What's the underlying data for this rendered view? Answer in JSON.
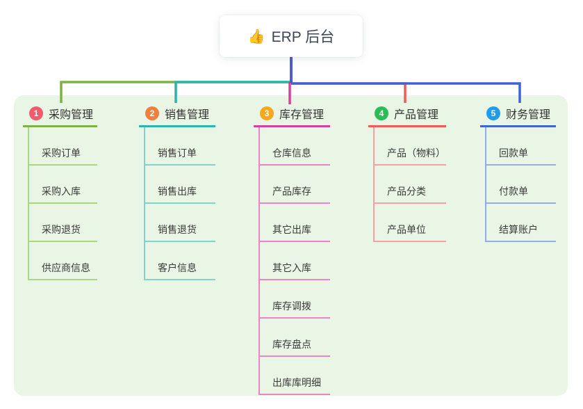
{
  "root": {
    "icon": "👍",
    "label": "ERP 后台"
  },
  "connector_color": "#4a5ed0",
  "panel_color": "#eaf6e5",
  "branches": [
    {
      "number": "1",
      "label": "采购管理",
      "color": "#7cb344",
      "light_color": "#a9d67f",
      "badge_color": "#f15b6c",
      "children": [
        "采购订单",
        "采购入库",
        "采购退货",
        "供应商信息"
      ]
    },
    {
      "number": "2",
      "label": "销售管理",
      "color": "#27b5ac",
      "light_color": "#7fd5cd",
      "badge_color": "#ef8040",
      "children": [
        "销售订单",
        "销售出库",
        "销售退货",
        "客户信息"
      ]
    },
    {
      "number": "3",
      "label": "库存管理",
      "color": "#d6419f",
      "light_color": "#ec83c6",
      "badge_color": "#f6a81f",
      "children": [
        "仓库信息",
        "产品库存",
        "其它出库",
        "其它入库",
        "库存调拨",
        "库存盘点",
        "出库库明细"
      ]
    },
    {
      "number": "4",
      "label": "产品管理",
      "color": "#f25a5a",
      "light_color": "#f8a0a0",
      "badge_color": "#2abd55",
      "children": [
        "产品（物料）",
        "产品分类",
        "产品单位"
      ]
    },
    {
      "number": "5",
      "label": "财务管理",
      "color": "#3f63d3",
      "light_color": "#93abe9",
      "badge_color": "#209ce8",
      "children": [
        "回款单",
        "付款单",
        "结算账户"
      ]
    }
  ]
}
